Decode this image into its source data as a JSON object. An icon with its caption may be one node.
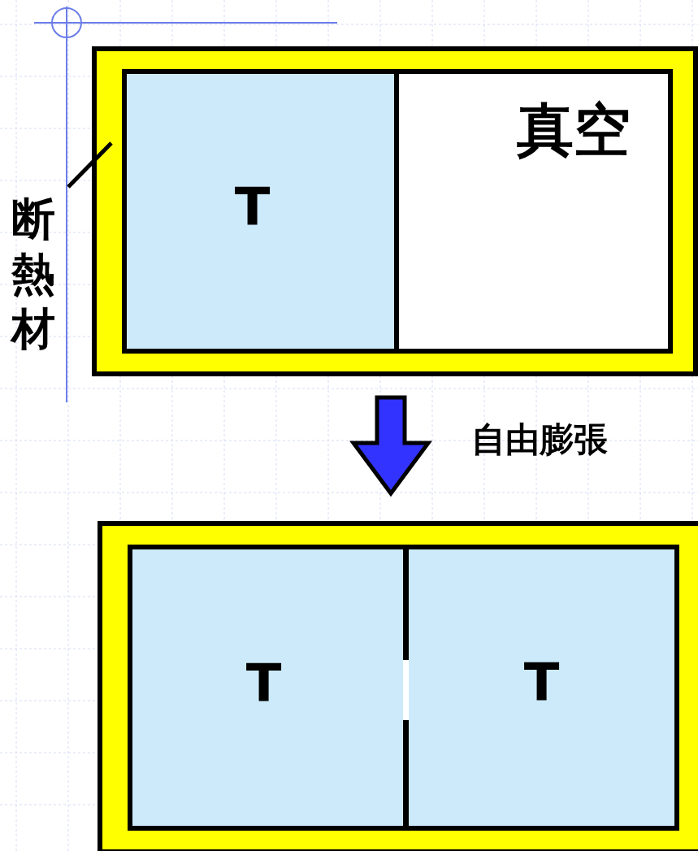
{
  "diagram": {
    "nodes": [
      {
        "text": [],
        "shape": "box"
      },
      {
        "text": [
          "T"
        ],
        "in": 0
      },
      {
        "text": [
          "真空"
        ],
        "in": 0
      },
      {
        "text": [
          "断熱材"
        ]
      },
      {
        "text": [],
        "shape": "box"
      },
      {
        "text": [
          "T"
        ],
        "in": 4
      },
      {
        "text": [
          "T"
        ],
        "in": 4
      }
    ],
    "edges": [
      {
        "from": 3,
        "to": 0,
        "arrow": "none"
      },
      {
        "from": 0,
        "to": 4,
        "arrow": "to",
        "label": "自由膨張",
        "style": "thick",
        "color": "#3333ff"
      }
    ]
  }
}
